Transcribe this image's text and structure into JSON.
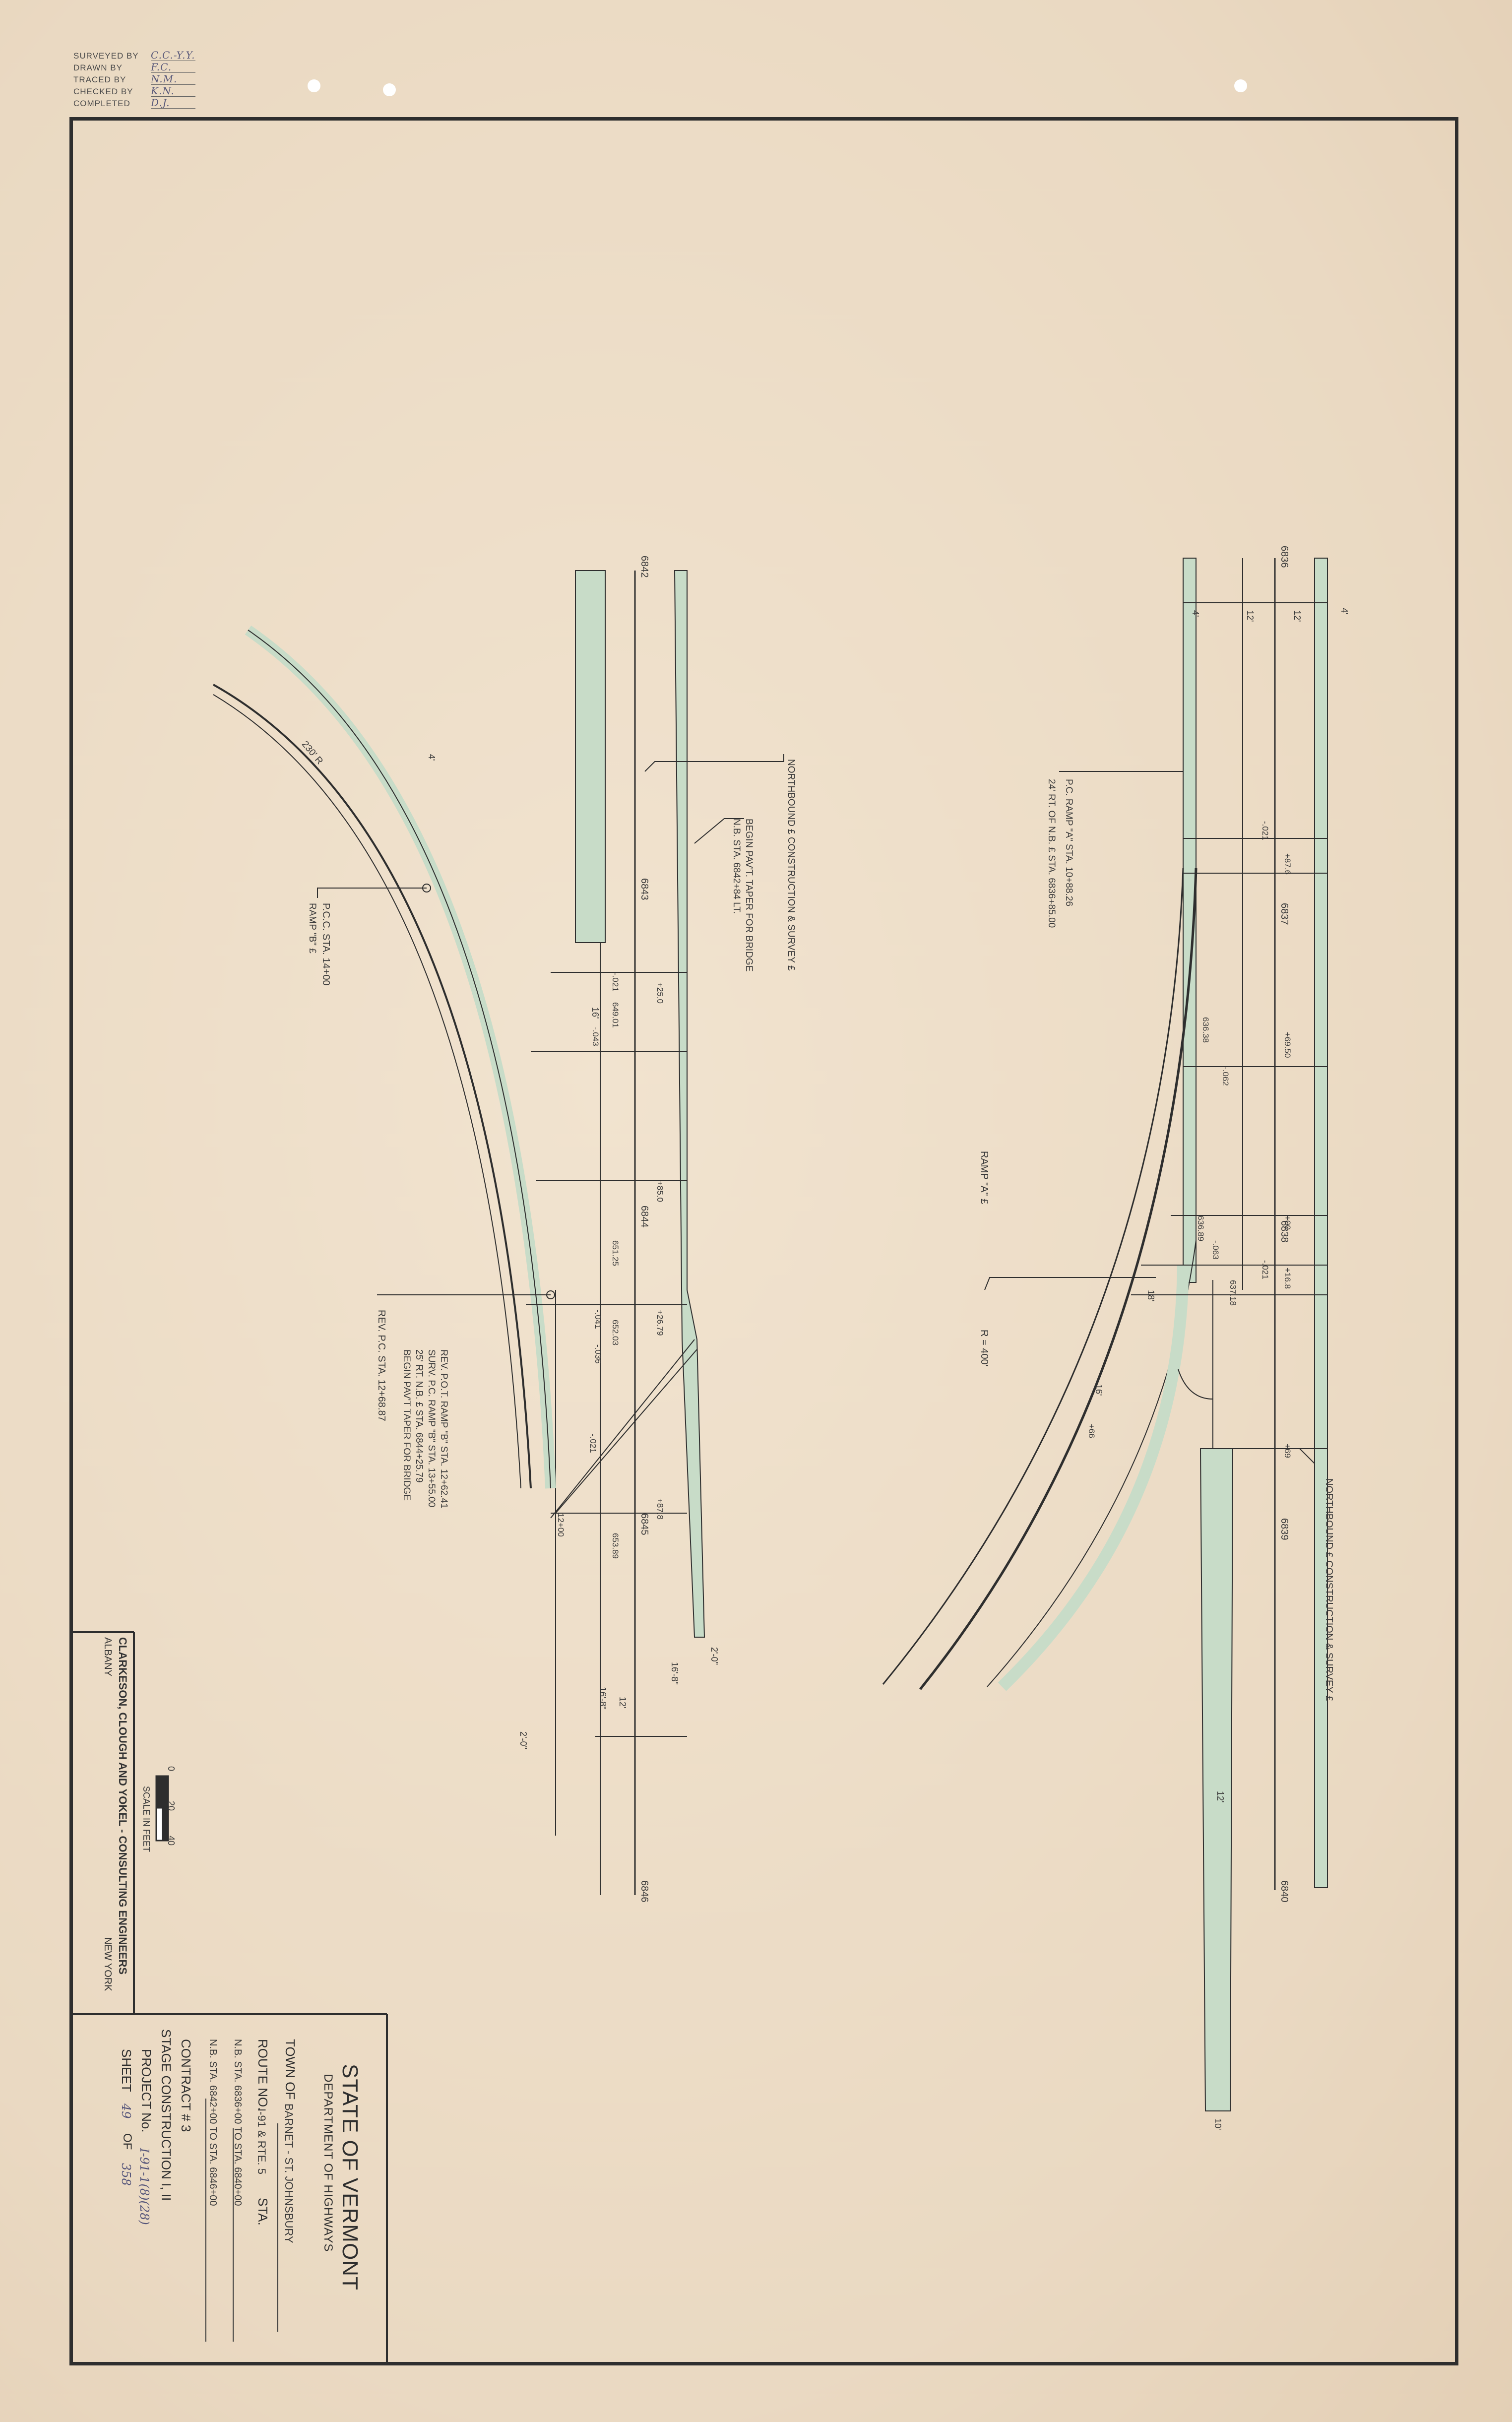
{
  "credits": {
    "surveyed_by_label": "SURVEYED BY",
    "surveyed_by_value": "C.C.-Y.Y.",
    "drawn_by_label": "DRAWN BY",
    "drawn_by_value": "F.C.",
    "traced_by_label": "TRACED BY",
    "traced_by_value": "N.M.",
    "checked_by_label": "CHECKED BY",
    "checked_by_value": "K.N.",
    "completed_label": "COMPLETED",
    "completed_value": "D.J."
  },
  "title_block": {
    "state": "STATE OF VERMONT",
    "department": "DEPARTMENT OF HIGHWAYS",
    "town_label": "TOWN OF",
    "town_value": "BARNET - ST. JOHNSBURY",
    "route_label": "ROUTE NO.",
    "route_value": "I-91 & RTE. 5",
    "sta_label": "STA.",
    "sta_line_1": "N.B. STA. 6836+00 TO STA. 6840+00",
    "sta_line_2": "N.B. STA. 6842+00 TO STA. 6846+00",
    "contract": "CONTRACT # 3",
    "stage": "STAGE CONSTRUCTION  I, II",
    "project_label": "PROJECT No.",
    "project_value": "I-91-1(8)(28)",
    "sheet_label": "SHEET",
    "sheet_value": "49",
    "sheet_of_label": "OF",
    "sheet_total": "358",
    "engineers": "CLARKESON, CLOUGH AND YOKEL - CONSULTING ENGINEERS",
    "city_left": "ALBANY",
    "city_right": "NEW YORK"
  },
  "scale": {
    "zero": "0",
    "twenty": "20",
    "forty": "40",
    "label": "SCALE IN FEET"
  },
  "right_plan": {
    "sta_6836": "6836",
    "sta_6837": "6837",
    "sta_6838": "6838",
    "sta_6839": "6839",
    "sta_6840": "6840",
    "note_pc": "P.C. RAMP \"A\" STA. 10+88.26",
    "note_pc_2": "24' RT. OF N.B. £ STA. 6836+85.00",
    "ramp_a": "RAMP \"A\" £",
    "radius": "R = 400'",
    "northbound": "NORTHBOUND £ CONSTRUCTION & SURVEY £",
    "dim_12": "12'",
    "dim_4": "4'",
    "dim_16": "16'",
    "dim_18": "18'",
    "dim_10": "10'",
    "slope_1": "-.021",
    "slope_2": "-.062",
    "slope_3": "-.063",
    "elev_1": "636.89",
    "elev_2": "637.18",
    "elev_3": "636.38",
    "station_1": "+87.6",
    "station_2": "+69.50",
    "station_3": "+00",
    "station_4": "+16.8",
    "station_5": "+69",
    "station_6": "+66"
  },
  "left_plan": {
    "sta_6842": "6842",
    "sta_6843": "6843",
    "sta_6844": "6844",
    "sta_6845": "6845",
    "sta_6846": "6846",
    "northbound": "NORTHBOUND £ CONSTRUCTION & SURVEY £",
    "begin_taper": "BEGIN PAV'T. TAPER FOR BRIDGE",
    "begin_taper_sta": "N.B. STA. 6842+84 LT.",
    "pcc": "P.C.C. STA. 14+00",
    "ramp_b": "RAMP \"B\" £",
    "radius": "230' R",
    "rev_pc": "REV. P.C. STA. 12+68.87",
    "rev_pot": "REV. P.O.T. RAMP \"B\" STA. 12+62.41",
    "surv": "SURV. P.C. RAMP \"B\" STA. 13+55.00",
    "rt": "25' RT. N.B. £ STA. 6844+25.79",
    "begin_taper_2": "BEGIN PAV'T TAPER FOR BRIDGE",
    "dim_12": "12'",
    "dim_16": "16'",
    "dim_16_8": "16'-8\"",
    "dim_2_0": "2'-0\"",
    "dim_4": "4'",
    "slope_1": "-.021",
    "slope_2": "-.043",
    "slope_3": "-.036",
    "slope_4": "-.041",
    "elev_1": "649.01",
    "elev_2": "651.25",
    "elev_3": "652.03",
    "elev_4": "653.89",
    "station_1": "+25.0",
    "station_2": "+85.0",
    "station_3": "+26.79",
    "station_4": "+87.8",
    "station_5": "12+00"
  },
  "colors": {
    "paper": "#efe1cd",
    "ink": "#2e2e2e",
    "shoulder_fill": "#c8dcc8"
  }
}
